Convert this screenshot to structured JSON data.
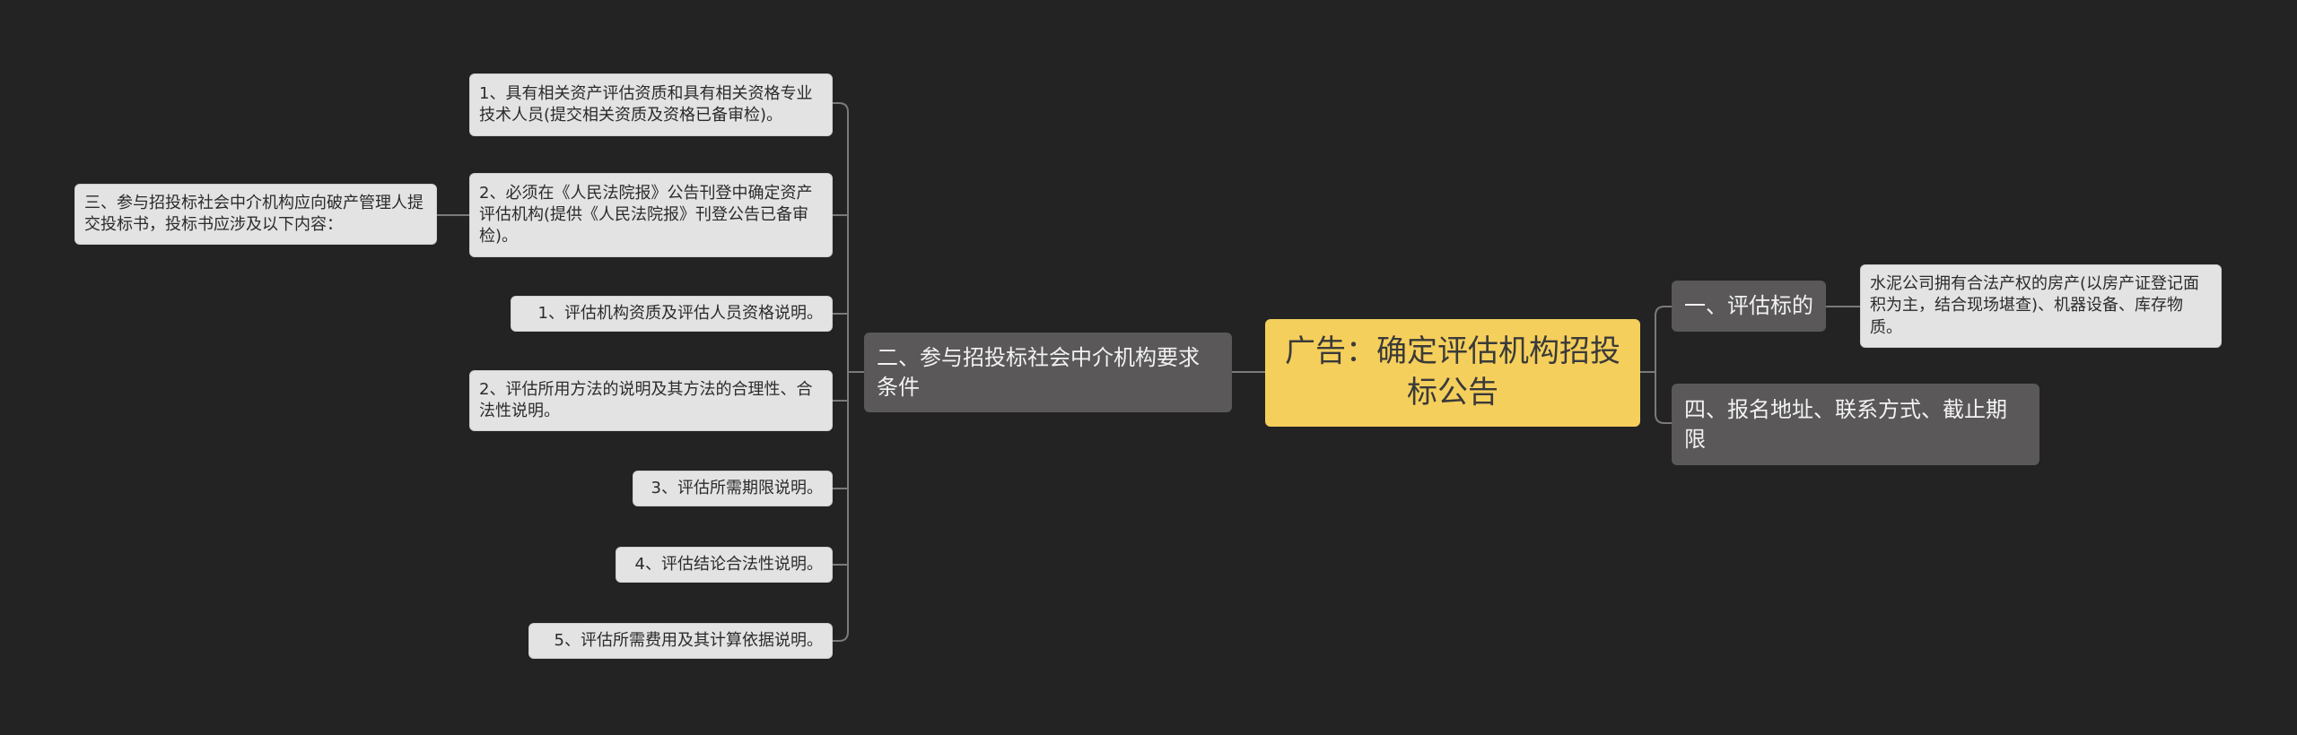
{
  "root": {
    "title": "广告：确定评估机构招投标公告"
  },
  "left_branch": {
    "label": "二、参与招投标社会中介机构要求条件",
    "children": [
      {
        "text": "1、具有相关资产评估资质和具有相关资格专业技术人员(提交相关资质及资格已备审检)。"
      },
      {
        "text": "2、必须在《人民法院报》公告刊登中确定资产评估机构(提供《人民法院报》刊登公告已备审检)。"
      },
      {
        "text": "1、评估机构资质及评估人员资格说明。"
      },
      {
        "text": "2、评估所用方法的说明及其方法的合理性、合法性说明。"
      },
      {
        "text": "3、评估所需期限说明。"
      },
      {
        "text": "4、评估结论合法性说明。"
      },
      {
        "text": "5、评估所需费用及其计算依据说明。"
      }
    ],
    "sub_parent": {
      "text": "三、参与招投标社会中介机构应向破产管理人提交投标书，投标书应涉及以下内容："
    }
  },
  "right_branch": {
    "items": [
      {
        "label": "一、评估标的",
        "detail": "水泥公司拥有合法产权的房产(以房产证登记面积为主，结合现场堪查)、机器设备、库存物质。"
      },
      {
        "label": "四、报名地址、联系方式、截止期限"
      }
    ]
  },
  "colors": {
    "background": "#232323",
    "root_fill": "#f5cf5b",
    "branch_fill": "#5a5858",
    "leaf_fill": "#e3e3e3",
    "connector": "#7a7a7a"
  }
}
